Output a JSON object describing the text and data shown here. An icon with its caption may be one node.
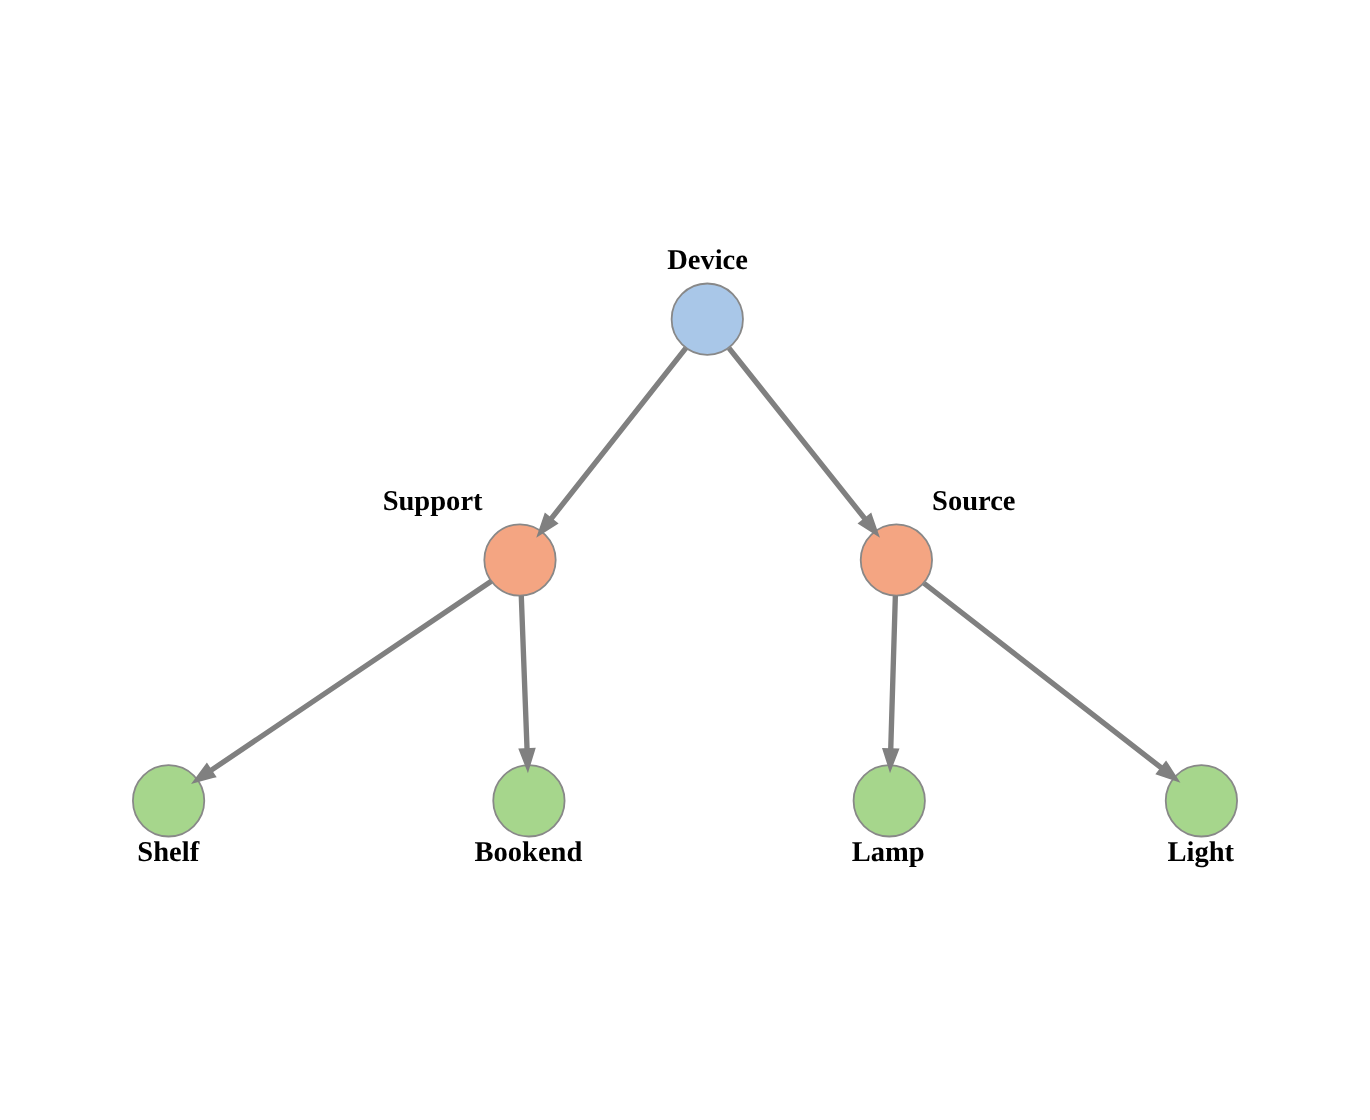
{
  "diagram": {
    "nodes": [
      {
        "text": [
          "Device"
        ]
      },
      {
        "text": [
          "Support"
        ]
      },
      {
        "text": [
          "Source"
        ]
      },
      {
        "text": [
          "Shelf"
        ]
      },
      {
        "text": [
          "Bookend"
        ]
      },
      {
        "text": [
          "Lamp"
        ]
      },
      {
        "text": [
          "Light"
        ]
      }
    ],
    "edges": [
      {
        "from": 0,
        "to": 1,
        "arrow": "to"
      },
      {
        "from": 0,
        "to": 2,
        "arrow": "to"
      },
      {
        "from": 1,
        "to": 3,
        "arrow": "to"
      },
      {
        "from": 1,
        "to": 4,
        "arrow": "to"
      },
      {
        "from": 2,
        "to": 5,
        "arrow": "to"
      },
      {
        "from": 2,
        "to": 6,
        "arrow": "to"
      }
    ]
  }
}
